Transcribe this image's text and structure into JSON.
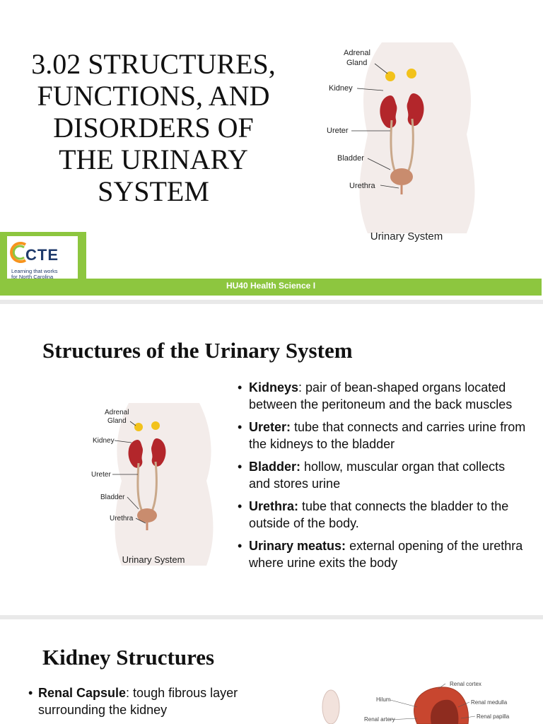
{
  "slide1": {
    "title_lines": [
      "3.02 STRUCTURES,",
      "FUNCTIONS, AND",
      "DISORDERS OF",
      "THE  URINARY",
      "SYSTEM"
    ],
    "figure_labels": {
      "adrenal_1": "Adrenal",
      "adrenal_2": "Gland",
      "kidney": "Kidney",
      "ureter": "Ureter",
      "bladder": "Bladder",
      "urethra": "Urethra"
    },
    "figure_caption": "Urinary System",
    "logo": {
      "name": "CTE",
      "tagline_1": "Learning that works",
      "tagline_2": "for North Carolina"
    },
    "footer_band": "HU40 Health Science I",
    "colors": {
      "accent_green": "#8dc63f",
      "kidney": "#b3262b",
      "adrenal": "#f2c21b"
    }
  },
  "slide2": {
    "title": "Structures of the Urinary System",
    "figure_labels": {
      "adrenal_1": "Adrenal",
      "adrenal_2": "Gland",
      "kidney": "Kidney",
      "ureter": "Ureter",
      "bladder": "Bladder",
      "urethra": "Urethra"
    },
    "figure_caption": "Urinary System",
    "bullets": [
      {
        "term": "Kidneys",
        "sep": ":",
        "text": "  pair of bean-shaped organs located between the peritoneum and the back muscles"
      },
      {
        "term": "Ureter:",
        "sep": "",
        "text": "  tube that connects and carries urine from the kidneys to the bladder"
      },
      {
        "term": "Bladder:",
        "sep": "",
        "text": "  hollow, muscular organ that collects and stores urine"
      },
      {
        "term": "Urethra:",
        "sep": "",
        "text": " tube that connects the bladder to the outside of the body."
      },
      {
        "term": "Urinary meatus:",
        "sep": "",
        "text": "  external opening of the urethra where urine exits the body"
      }
    ]
  },
  "slide3": {
    "title": "Kidney Structures",
    "bullet_term": "Renal Capsule",
    "bullet_text": ":  tough fibrous layer surrounding the kidney",
    "figure_labels": {
      "cortex": "Renal cortex",
      "hilum": "Hilum",
      "medulla": "Renal medulla",
      "artery": "Renal artery",
      "papilla": "Renal papilla"
    }
  }
}
